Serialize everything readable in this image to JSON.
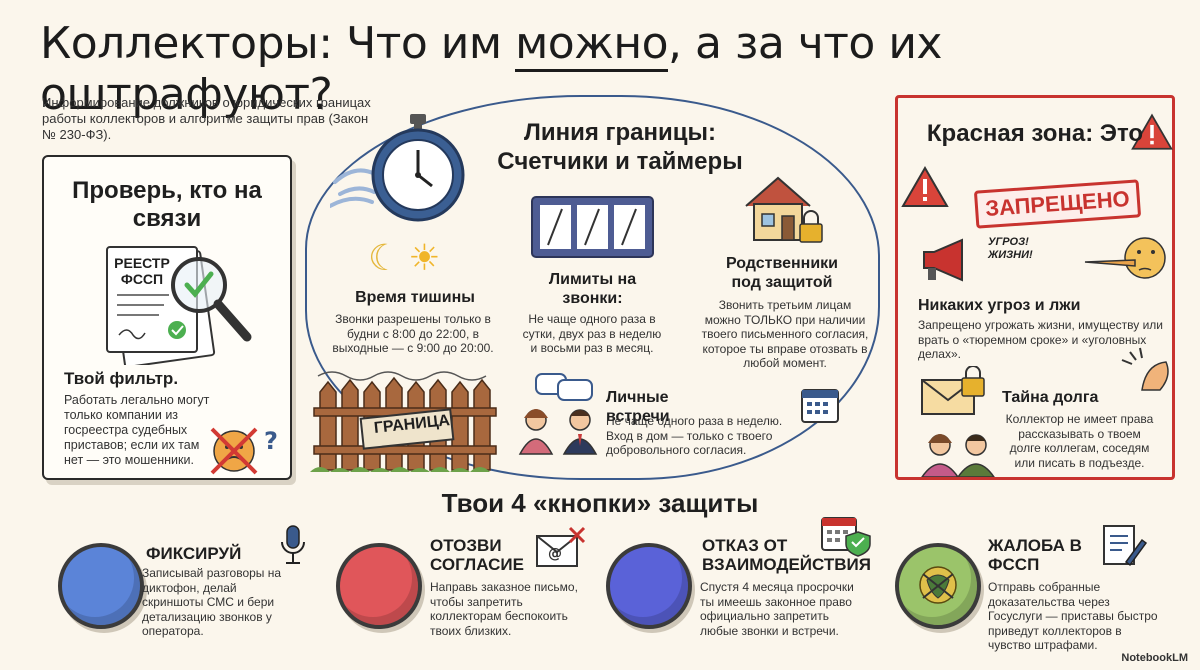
{
  "header": {
    "title_part1": "Коллекторы: Что им ",
    "title_underlined": "можно",
    "title_part2": ", а за что их оштрафуют?",
    "subtitle": "Информирование должников о юридических границах работы коллекторов и алгоритме защиты прав (Закон № 230-ФЗ)."
  },
  "left_card": {
    "heading": "Проверь, кто на связи",
    "registry_label": "РЕЕСТР ФССП",
    "filter_title": "Твой фильтр.",
    "filter_text": "Работать легально могут только компании из госреестра судебных приставов; если их там нет — это мошенники."
  },
  "center": {
    "heading": "Линия границы: Счетчики и таймеры",
    "quiet_time": {
      "title": "Время тишины",
      "text": "Звонки разрешены только в будни с 8:00 до 22:00, в выходные — с 9:00 до 20:00."
    },
    "call_limits": {
      "title": "Лимиты на звонки:",
      "text": "Не чаще одного раза в сутки, двух раз в неделю и восьми раз в месяц."
    },
    "relatives": {
      "title": "Родственники под защитой",
      "text": "Звонить третьим лицам можно ТОЛЬКО при наличии твоего письменного согласия, которое ты вправе отозвать в любой момент."
    },
    "fence_label": "ГРАНИЦА",
    "meetings": {
      "title": "Личные встречи",
      "text": "Не чаще одного раза в неделю. Вход в дом — только с твоего добровольного согласия."
    }
  },
  "red_zone": {
    "heading": "Красная зона: Это",
    "stamp": "ЗАПРЕЩЕНО",
    "threat_bubble": "УГРОЗ! ЖИЗНИ!",
    "threats": {
      "title": "Никаких угроз и лжи",
      "text": "Запрещено угрожать жизни, имуществу или врать о «тюремном сроке» и «уголовных делах»."
    },
    "secret": {
      "title": "Тайна долга",
      "text": "Коллектор не имеет права рассказывать о твоем долге коллегам, соседям или писать в подъезде."
    }
  },
  "buttons_section": {
    "heading": "Твои 4 «кнопки» защиты",
    "items": [
      {
        "title": "ФИКСИРУЙ",
        "text": "Записывай разговоры на диктофон, делай скриншоты СМС и бери детализацию звонков у оператора.",
        "color": "#5b84d8"
      },
      {
        "title": "ОТОЗВИ СОГЛАСИЕ",
        "text": "Направь заказное письмо, чтобы запретить коллекторам беспокоить твоих близких.",
        "color": "#e0565a"
      },
      {
        "title": "ОТКАЗ ОТ ВЗАИМОДЕЙСТВИЯ",
        "text": "Спустя 4 месяца просрочки ты имеешь законное право официально запретить любые звонки и встречи.",
        "color": "#5a62d8"
      },
      {
        "title": "ЖАЛОБА В ФССП",
        "text": "Отправь собранные доказательства через Госуслуги — приставы быстро приведут коллекторов в чувство штрафами.",
        "color": "#9bc46a"
      }
    ]
  },
  "brand": "NotebookLM",
  "colors": {
    "accent_blue": "#3a5a8c",
    "danger_red": "#c8332f",
    "background": "#fbf6ec"
  }
}
